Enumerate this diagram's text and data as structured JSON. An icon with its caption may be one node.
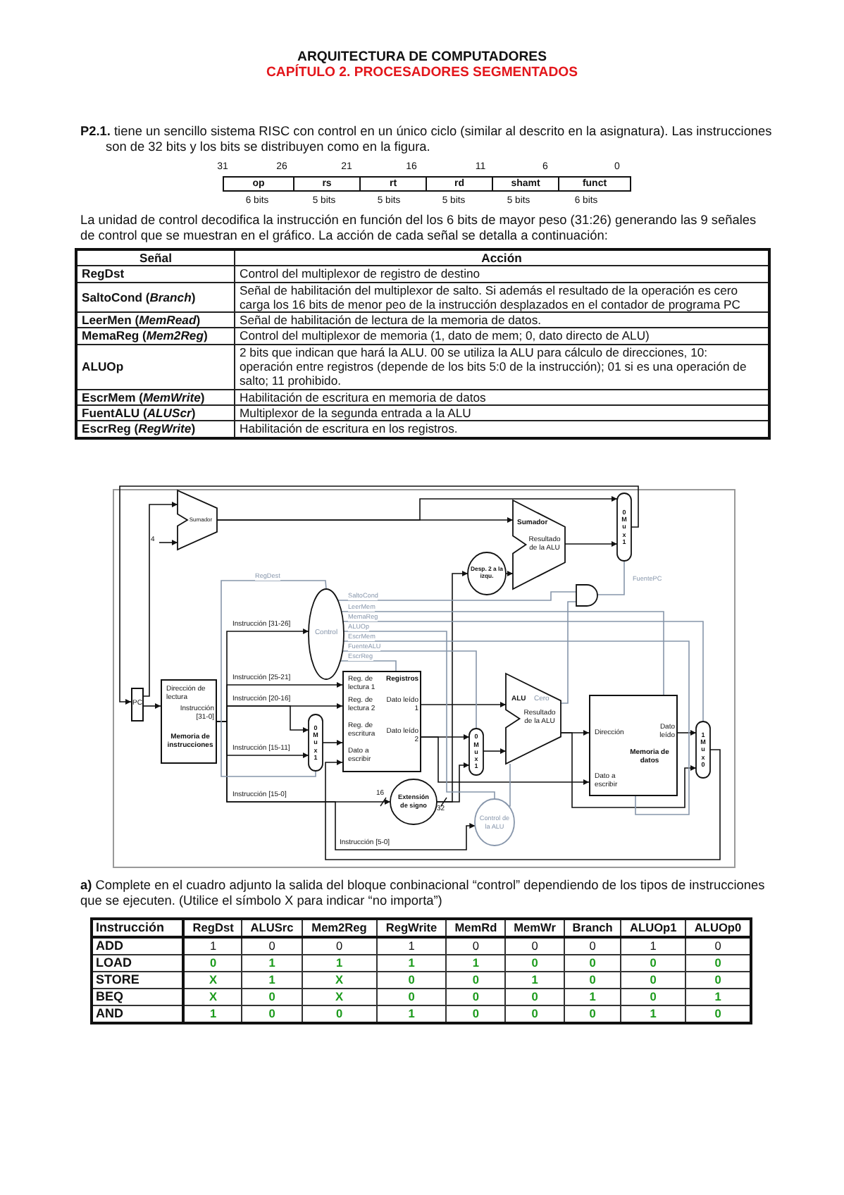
{
  "diagram": {
    "title": "ARQUITECTURA DE COMPUTADORES",
    "nodes": [
      {
        "text": [
          "Sumador"
        ]
      },
      {
        "text": [
          "4"
        ]
      },
      {
        "text": [
          "Sumador",
          "Resultado de la ALU"
        ]
      },
      {
        "text": [
          "0 M u x 1"
        ]
      },
      {
        "text": [
          "Desp. 2 a la izqu."
        ]
      },
      {
        "text": [
          "Control"
        ]
      },
      {
        "text": [],
        "shape": "gate"
      },
      {
        "text": [
          "PC"
        ]
      },
      {
        "text": [
          "Dirección de lectura",
          "Instrucción [31-0]",
          "Memoria de instrucciones"
        ]
      },
      {
        "text": [
          "Registros",
          "Reg. de lectura 1",
          "Reg. de lectura 2",
          "Reg. de escritura",
          "Dato a escribir",
          "Dato leído 1",
          "Dato leído 2"
        ]
      },
      {
        "text": [
          "0 M u x 1"
        ]
      },
      {
        "text": [
          "0 M u x 1"
        ]
      },
      {
        "text": [
          "ALU",
          "Cero",
          "Resultado de la ALU"
        ]
      },
      {
        "text": [
          "Dirección",
          "Dato leído",
          "Memoria de datos",
          "Dato a escribir"
        ]
      },
      {
        "text": [
          "1 M u x 0"
        ]
      },
      {
        "text": [
          "Extensión de signo"
        ]
      },
      {
        "text": [
          "Control de la ALU"
        ]
      }
    ],
    "edges": [
      {
        "from": 7,
        "to": 0,
        "arrow": "to"
      },
      {
        "from": 1,
        "to": 0,
        "arrow": "to"
      },
      {
        "from": 0,
        "to": 2,
        "arrow": "to"
      },
      {
        "from": 0,
        "to": 3,
        "arrow": "to"
      },
      {
        "from": 4,
        "to": 2,
        "arrow": "to"
      },
      {
        "from": 2,
        "to": 3,
        "arrow": "to"
      },
      {
        "from": 3,
        "to": 7,
        "arrow": "to"
      },
      {
        "from": 7,
        "to": 8,
        "arrow": "to"
      },
      {
        "from": 8,
        "to": 5,
        "arrow": "to",
        "label": "Instrucción [31-26]"
      },
      {
        "from": 8,
        "to": 9,
        "arrow": "to",
        "label": "Instrucción [25-21]"
      },
      {
        "from": 8,
        "to": 9,
        "arrow": "to",
        "label": "Instrucción [20-16]"
      },
      {
        "from": 8,
        "to": 10,
        "arrow": "to"
      },
      {
        "from": 8,
        "to": 10,
        "arrow": "to",
        "label": "Instrucción [15-11]"
      },
      {
        "from": 8,
        "to": 15,
        "arrow": "to",
        "label": "Instrucción [15-0]"
      },
      {
        "from": 8,
        "to": 16,
        "arrow": "to",
        "label": "Instrucción [5-0]"
      },
      {
        "from": 10,
        "to": 9,
        "arrow": "to"
      },
      {
        "from": 9,
        "to": 12,
        "arrow": "to"
      },
      {
        "from": 9,
        "to": 11,
        "arrow": "to"
      },
      {
        "from": 9,
        "to": 13,
        "arrow": "to"
      },
      {
        "from": 15,
        "to": 11,
        "arrow": "to"
      },
      {
        "from": 15,
        "to": 4,
        "arrow": "to"
      },
      {
        "from": 11,
        "to": 12,
        "arrow": "to"
      },
      {
        "from": 12,
        "to": 13,
        "arrow": "to"
      },
      {
        "from": 12,
        "to": 14,
        "arrow": "to"
      },
      {
        "from": 13,
        "to": 14,
        "arrow": "to"
      },
      {
        "from": 14,
        "to": 9,
        "arrow": "to"
      },
      {
        "from": 12,
        "to": 6,
        "arrow": "none",
        "color": "#8796ab"
      },
      {
        "from": 5,
        "to": 10,
        "arrow": "none",
        "label": "RegDest",
        "color": "#8796ab"
      },
      {
        "from": 5,
        "to": 6,
        "arrow": "none",
        "label": "SaltoCond",
        "color": "#8796ab"
      },
      {
        "from": 5,
        "to": 13,
        "arrow": "none",
        "label": "LeerMem",
        "color": "#8796ab"
      },
      {
        "from": 5,
        "to": 14,
        "arrow": "none",
        "label": "MemaReg",
        "color": "#8796ab"
      },
      {
        "from": 5,
        "to": 16,
        "arrow": "none",
        "label": "ALUOp",
        "color": "#8796ab"
      },
      {
        "from": 5,
        "to": 13,
        "arrow": "none",
        "label": "EscrMem",
        "color": "#8796ab"
      },
      {
        "from": 5,
        "to": 11,
        "arrow": "none",
        "label": "FuenteALU",
        "color": "#8796ab"
      },
      {
        "from": 5,
        "to": 9,
        "arrow": "none",
        "label": "EscrReg",
        "color": "#8796ab"
      },
      {
        "from": 6,
        "to": 3,
        "arrow": "none",
        "label": "FuentePC",
        "color": "#8796ab"
      },
      {
        "from": 16,
        "to": 12,
        "arrow": "none",
        "color": "#8796ab"
      }
    ],
    "labels": [
      "CAPÍTULO 2. PROCESADORES SEGMENTADOS",
      "**P2.1.** tiene un sencillo sistema RISC con control en un único ciclo (similar al descrito en la asignatura). Las instrucciones son de 32 bits y los bits se distribuyen como en la figura.",
      "31",
      "26",
      "21",
      "16",
      "11",
      "6",
      "0",
      "op",
      "rs",
      "rt",
      "rd",
      "shamt",
      "funct",
      "6 bits",
      "5 bits",
      "5 bits",
      "5 bits",
      "5 bits",
      "6 bits",
      "La unidad de control decodifica la instrucción en función del los 6 bits de mayor peso (31:26) generando las 9 señales de control que se muestran en el gráfico. La acción de cada señal se detalla a continuación:",
      "Señal",
      "Acción",
      "RegDst",
      "Control del multiplexor de registro de destino",
      "SaltoCond (*Branch*)",
      "Señal de habilitación del multiplexor de salto. Si además el resultado de la operación es cero carga los 16 bits de menor peo de la instrucción desplazados en el contador de programa PC",
      "LeerMen (*MemRead*)",
      "Señal de habilitación de lectura de la memoria de datos.",
      "MemaReg (*Mem2Reg*)",
      "Control del multiplexor de memoria (1, dato de mem; 0, dato directo de ALU)",
      "ALUOp",
      "2 bits que indican que hará la ALU. 00 se utiliza la ALU para cálculo de direcciones, 10: operación entre registros (depende de los bits 5:0 de la instrucción); 01 si es una operación de salto; 11 prohibido.",
      "EscrMem (*MemWrite*)",
      "Habilitación de escritura en memoria de datos",
      "FuentALU (*ALUScr*)",
      "Multiplexor de la segunda entrada a la ALU",
      "EscrReg (*RegWrite*)",
      "Habilitación de escritura en los registros.",
      "16",
      "32",
      "**a)** Complete en el cuadro adjunto la salida del bloque conbinacional “control” dependiendo de los tipos de instrucciones que se ejecuten. (Utilice el símbolo X para indicar “no importa”)",
      "Instrucción",
      "RegDst",
      "ALUSrc",
      "Mem2Reg",
      "RegWrite",
      "MemRd",
      "MemWr",
      "Branch",
      "ALUOp1",
      "ALUOp0",
      "ADD",
      "1",
      "0",
      "0",
      "1",
      "0",
      "0",
      "0",
      "1",
      "0",
      "LOAD",
      "0",
      "1",
      "1",
      "1",
      "1",
      "0",
      "0",
      "0",
      "0",
      "STORE",
      "X",
      "1",
      "X",
      "0",
      "0",
      "1",
      "0",
      "0",
      "0",
      "BEQ",
      "X",
      "0",
      "X",
      "0",
      "0",
      "0",
      "1",
      "0",
      "1",
      "AND",
      "1",
      "0",
      "0",
      "1",
      "0",
      "0",
      "0",
      "1",
      "0"
    ]
  }
}
